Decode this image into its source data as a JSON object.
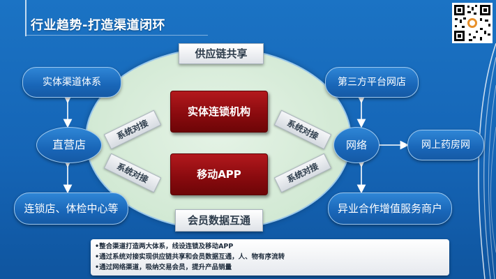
{
  "slide": {
    "title": "行业趋势-打造渠道闭环"
  },
  "diagram": {
    "top_banner": "供应链共享",
    "bottom_banner": "会员数据互通",
    "center_top": "实体连锁机构",
    "center_bottom": "移动APP",
    "connector_label": "系统对接",
    "left": {
      "top": "实体渠道体系",
      "middle": "直营店",
      "bottom": "连锁店、体检中心等"
    },
    "right": {
      "top": "第三方平台网店",
      "middle": "网络",
      "side": "网上药房网",
      "bottom": "异业合作增值服务商户"
    }
  },
  "notes": [
    "•整合渠道打造两大体系，线设连锁及移动APP",
    "•通过系统对接实现供应链共享和会员数据互通，人、物有序流转",
    "•通过网络渠道，吸纳交易会员，提升产品销量"
  ],
  "colors": {
    "background": "#1565b6",
    "accent_red": "#8b0b0f",
    "ellipse": "#d2e9d4"
  }
}
